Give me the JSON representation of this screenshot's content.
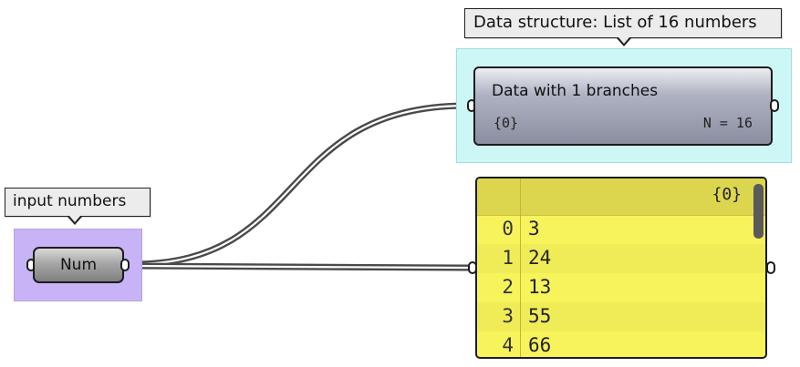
{
  "callouts": {
    "input": "input numbers",
    "structure": "Data structure: List of 16 numbers"
  },
  "num_component": {
    "label": "Num"
  },
  "structure_panel": {
    "title": "Data with 1 branches",
    "path": "{0}",
    "count": "N = 16"
  },
  "list_panel": {
    "header_path": "{0}",
    "rows": [
      {
        "index": "0",
        "value": "3"
      },
      {
        "index": "1",
        "value": "24"
      },
      {
        "index": "2",
        "value": "13"
      },
      {
        "index": "3",
        "value": "55"
      },
      {
        "index": "4",
        "value": "66"
      }
    ]
  },
  "colors": {
    "input_group": "#c9b3f7",
    "structure_group": "#cdf7f7",
    "list_panel": "#f7f35a",
    "list_header": "#dcd64e",
    "wire": "#555555"
  }
}
